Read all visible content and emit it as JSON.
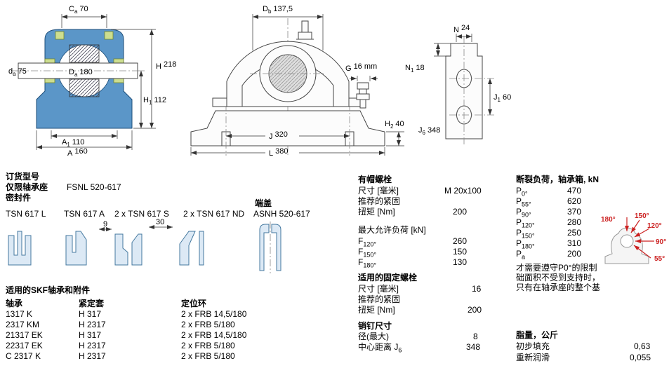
{
  "dims": {
    "ca": {
      "b": "C",
      "s": "a",
      "v": "70"
    },
    "da": {
      "b": "d",
      "s": "a",
      "v": "75"
    },
    "Da": {
      "b": "D",
      "s": "a",
      "v": "180"
    },
    "H": {
      "b": "H",
      "s": "",
      "v": "218"
    },
    "H1": {
      "b": "H",
      "s": "1",
      "v": "112"
    },
    "A1": {
      "b": "A",
      "s": "1",
      "v": "110"
    },
    "A": {
      "b": "A",
      "s": "",
      "v": "160"
    },
    "Db": {
      "b": "D",
      "s": "b",
      "v": "137,5"
    },
    "G": {
      "b": "G",
      "s": "",
      "v": "16 mm"
    },
    "H2": {
      "b": "H",
      "s": "2",
      "v": "40"
    },
    "J": {
      "b": "J",
      "s": "",
      "v": "320"
    },
    "L": {
      "b": "L",
      "s": "",
      "v": "380"
    },
    "N": {
      "b": "N",
      "s": "",
      "v": "24"
    },
    "N1": {
      "b": "N",
      "s": "1",
      "v": "18"
    },
    "J1": {
      "b": "J",
      "s": "1",
      "v": "60"
    },
    "J6": {
      "b": "J",
      "s": "6",
      "v": "348"
    }
  },
  "order": {
    "title": "订货型号",
    "housing_label": "仅限轴承座",
    "housing_value": "FSNL 520-617",
    "seals_label": "密封件",
    "seal_options": [
      "TSN 617 L",
      "TSN 617 A",
      "2 x TSN 617 S",
      "2 x TSN 617 ND"
    ],
    "end_cover_label": "端盖",
    "end_cover_value": "ASNH 520-617",
    "seal_dim_s": "9",
    "seal_dim_nd": "30"
  },
  "cap_bolts": {
    "title": "有帽螺栓",
    "size_label": "尺寸 [毫米]",
    "size_value": "M 20x100",
    "tighten_label": "推荐的紧固",
    "torque_label": "扭矩 [Nm]",
    "torque_value": "200",
    "max_load_label": "最大允许负荷 [kN]",
    "loads": [
      {
        "b": "F",
        "s": "120°",
        "v": "260"
      },
      {
        "b": "F",
        "s": "150°",
        "v": "150"
      },
      {
        "b": "F",
        "s": "180°",
        "v": "130"
      }
    ]
  },
  "fixing_bolts": {
    "title": "适用的固定螺栓",
    "size_label": "尺寸 [毫米]",
    "size_value": "16",
    "tighten_label": "推荐的紧固",
    "torque_label": "扭矩 [Nm]",
    "torque_value": "200"
  },
  "pins": {
    "title": "销钉尺寸",
    "dia_label": "径(最大)",
    "dia_value": "8",
    "dist_label": "中心距离 J",
    "dist_sub": "6",
    "dist_value": "348"
  },
  "breaking": {
    "title": "断裂负荷，轴承箱, kN",
    "rows": [
      {
        "b": "P",
        "s": "0°",
        "v": "470"
      },
      {
        "b": "P",
        "s": "55°",
        "v": "620"
      },
      {
        "b": "P",
        "s": "90°",
        "v": "370"
      },
      {
        "b": "P",
        "s": "120°",
        "v": "280"
      },
      {
        "b": "P",
        "s": "150°",
        "v": "250"
      },
      {
        "b": "P",
        "s": "180°",
        "v": "310"
      },
      {
        "b": "P",
        "s": "a",
        "v": "200"
      }
    ],
    "note_lines": [
      "才需要遵守P0°的限制",
      "础面积不受到支持时，",
      "只有在轴承座的整个基"
    ],
    "angles": [
      "180°",
      "150°",
      "120°",
      "90°",
      "55°"
    ]
  },
  "bearings": {
    "title": "适用的SKF轴承和附件",
    "headers": [
      "轴承",
      "紧定套",
      "定位环"
    ],
    "rows": [
      [
        "1317 K",
        "H 317",
        "2 x FRB 14,5/180"
      ],
      [
        "2317 KM",
        "H 2317",
        "2 x FRB 5/180"
      ],
      [
        "21317 EK",
        "H 317",
        "2 x FRB 14,5/180"
      ],
      [
        "22317 EK",
        "H 2317",
        "2 x FRB 5/180"
      ],
      [
        "C 2317 K",
        "H 2317",
        "2 x FRB 5/180"
      ]
    ]
  },
  "grease": {
    "title": "脂量，公斤",
    "initial_label": "初步填充",
    "initial_value": "0,63",
    "relube_label": "重新润滑",
    "relube_value": "0,055"
  },
  "colors": {
    "housing_blue": "#5b96c8",
    "seal_green": "#cdde8f",
    "arrow_red": "#cc2222"
  }
}
